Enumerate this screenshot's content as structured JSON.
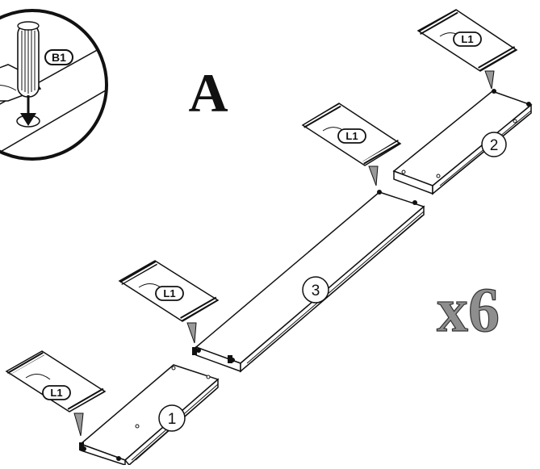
{
  "step": {
    "letter": "A",
    "multiplier": "x6"
  },
  "detail": {
    "part_label": "B1"
  },
  "parts": {
    "board_1": "1",
    "board_2": "2",
    "board_3": "3"
  },
  "glue_packets": {
    "label": "L1",
    "count": 4
  },
  "colors": {
    "line": "#111111",
    "fill": "#ffffff",
    "shade": "#9a9a9a",
    "multiplier_fill": "#8e8e8e"
  }
}
